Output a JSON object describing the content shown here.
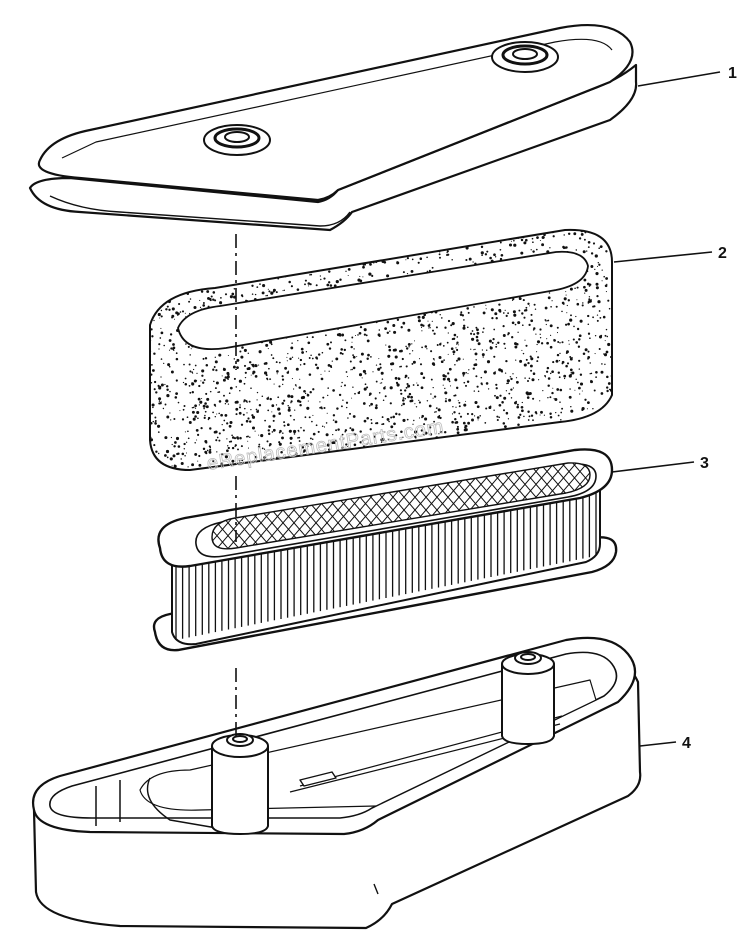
{
  "callouts": [
    {
      "number": "1",
      "part": "air-cleaner-cover"
    },
    {
      "number": "2",
      "part": "foam-pre-cleaner"
    },
    {
      "number": "3",
      "part": "pleated-paper-cartridge"
    },
    {
      "number": "4",
      "part": "air-cleaner-base"
    }
  ],
  "watermark": "eReplacementParts.com",
  "colors": {
    "line": "#111111",
    "paper": "#ffffff",
    "watermark": "#bdbdbd"
  }
}
